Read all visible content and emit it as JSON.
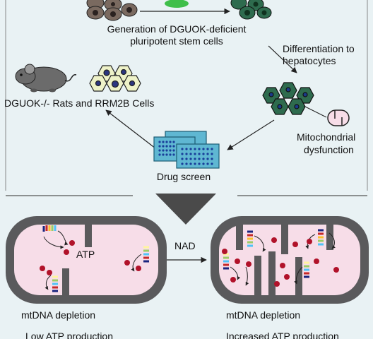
{
  "labels": {
    "generation_line1": "Generation of DGUOK-deficient",
    "generation_line2": "pluripotent stem cells",
    "differentiation_line1": "Differentiation to",
    "differentiation_line2": "hepatocytes",
    "rats_cells": "DGUOK-/- Rats and RRM2B Cells",
    "mito_line1": "Mitochondrial",
    "mito_line2": "dysfunction",
    "drug_screen": "Drug screen",
    "atp": "ATP",
    "nad": "NAD",
    "mtdna_left": "mtDNA depletion",
    "mtdna_right": "mtDNA depletion",
    "bottom_left": "Low ATP production",
    "bottom_right": "Increased ATP production"
  },
  "colors": {
    "background": "#e9f2f4",
    "mito_outer": "#5a5a5c",
    "mito_matrix": "#f7dde8",
    "atp_dot": "#b1122a",
    "hepatocyte": "#2e6b4e",
    "drug_plate": "#5fb7d2",
    "stem_cell": "#7a6a60"
  }
}
